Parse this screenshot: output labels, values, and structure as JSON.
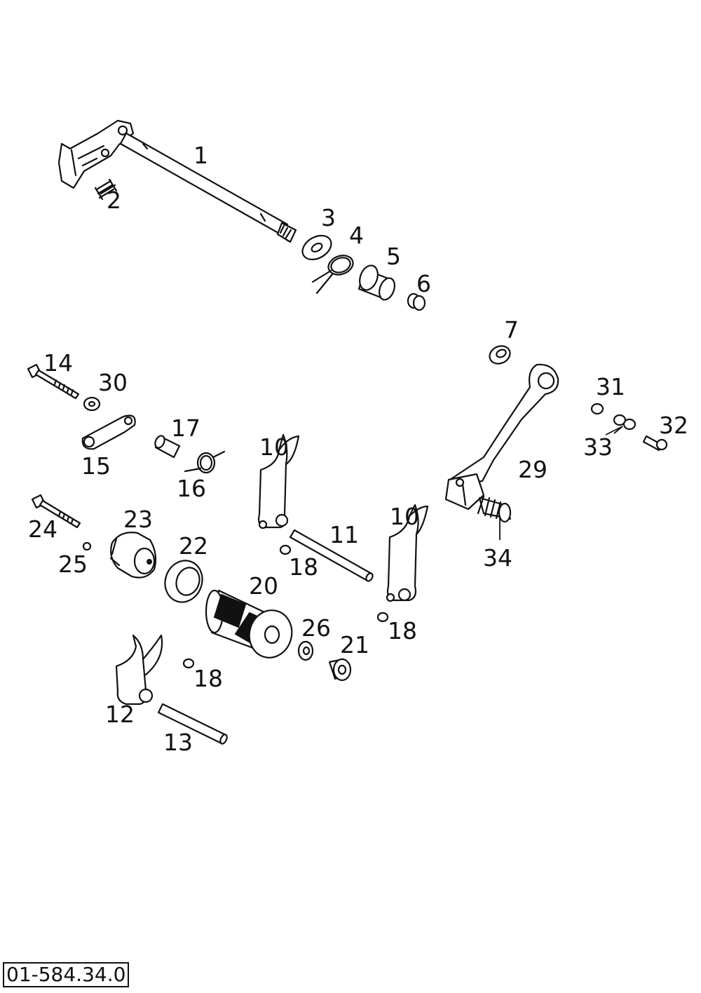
{
  "diagram": {
    "callouts": [
      "1",
      "2",
      "3",
      "4",
      "5",
      "6",
      "7",
      "10",
      "10",
      "11",
      "12",
      "13",
      "14",
      "15",
      "16",
      "17",
      "18",
      "18",
      "18",
      "20",
      "21",
      "22",
      "23",
      "24",
      "25",
      "26",
      "29",
      "30",
      "31",
      "32",
      "33",
      "34"
    ]
  },
  "footer": {
    "document_number": "01-584.34.0"
  }
}
